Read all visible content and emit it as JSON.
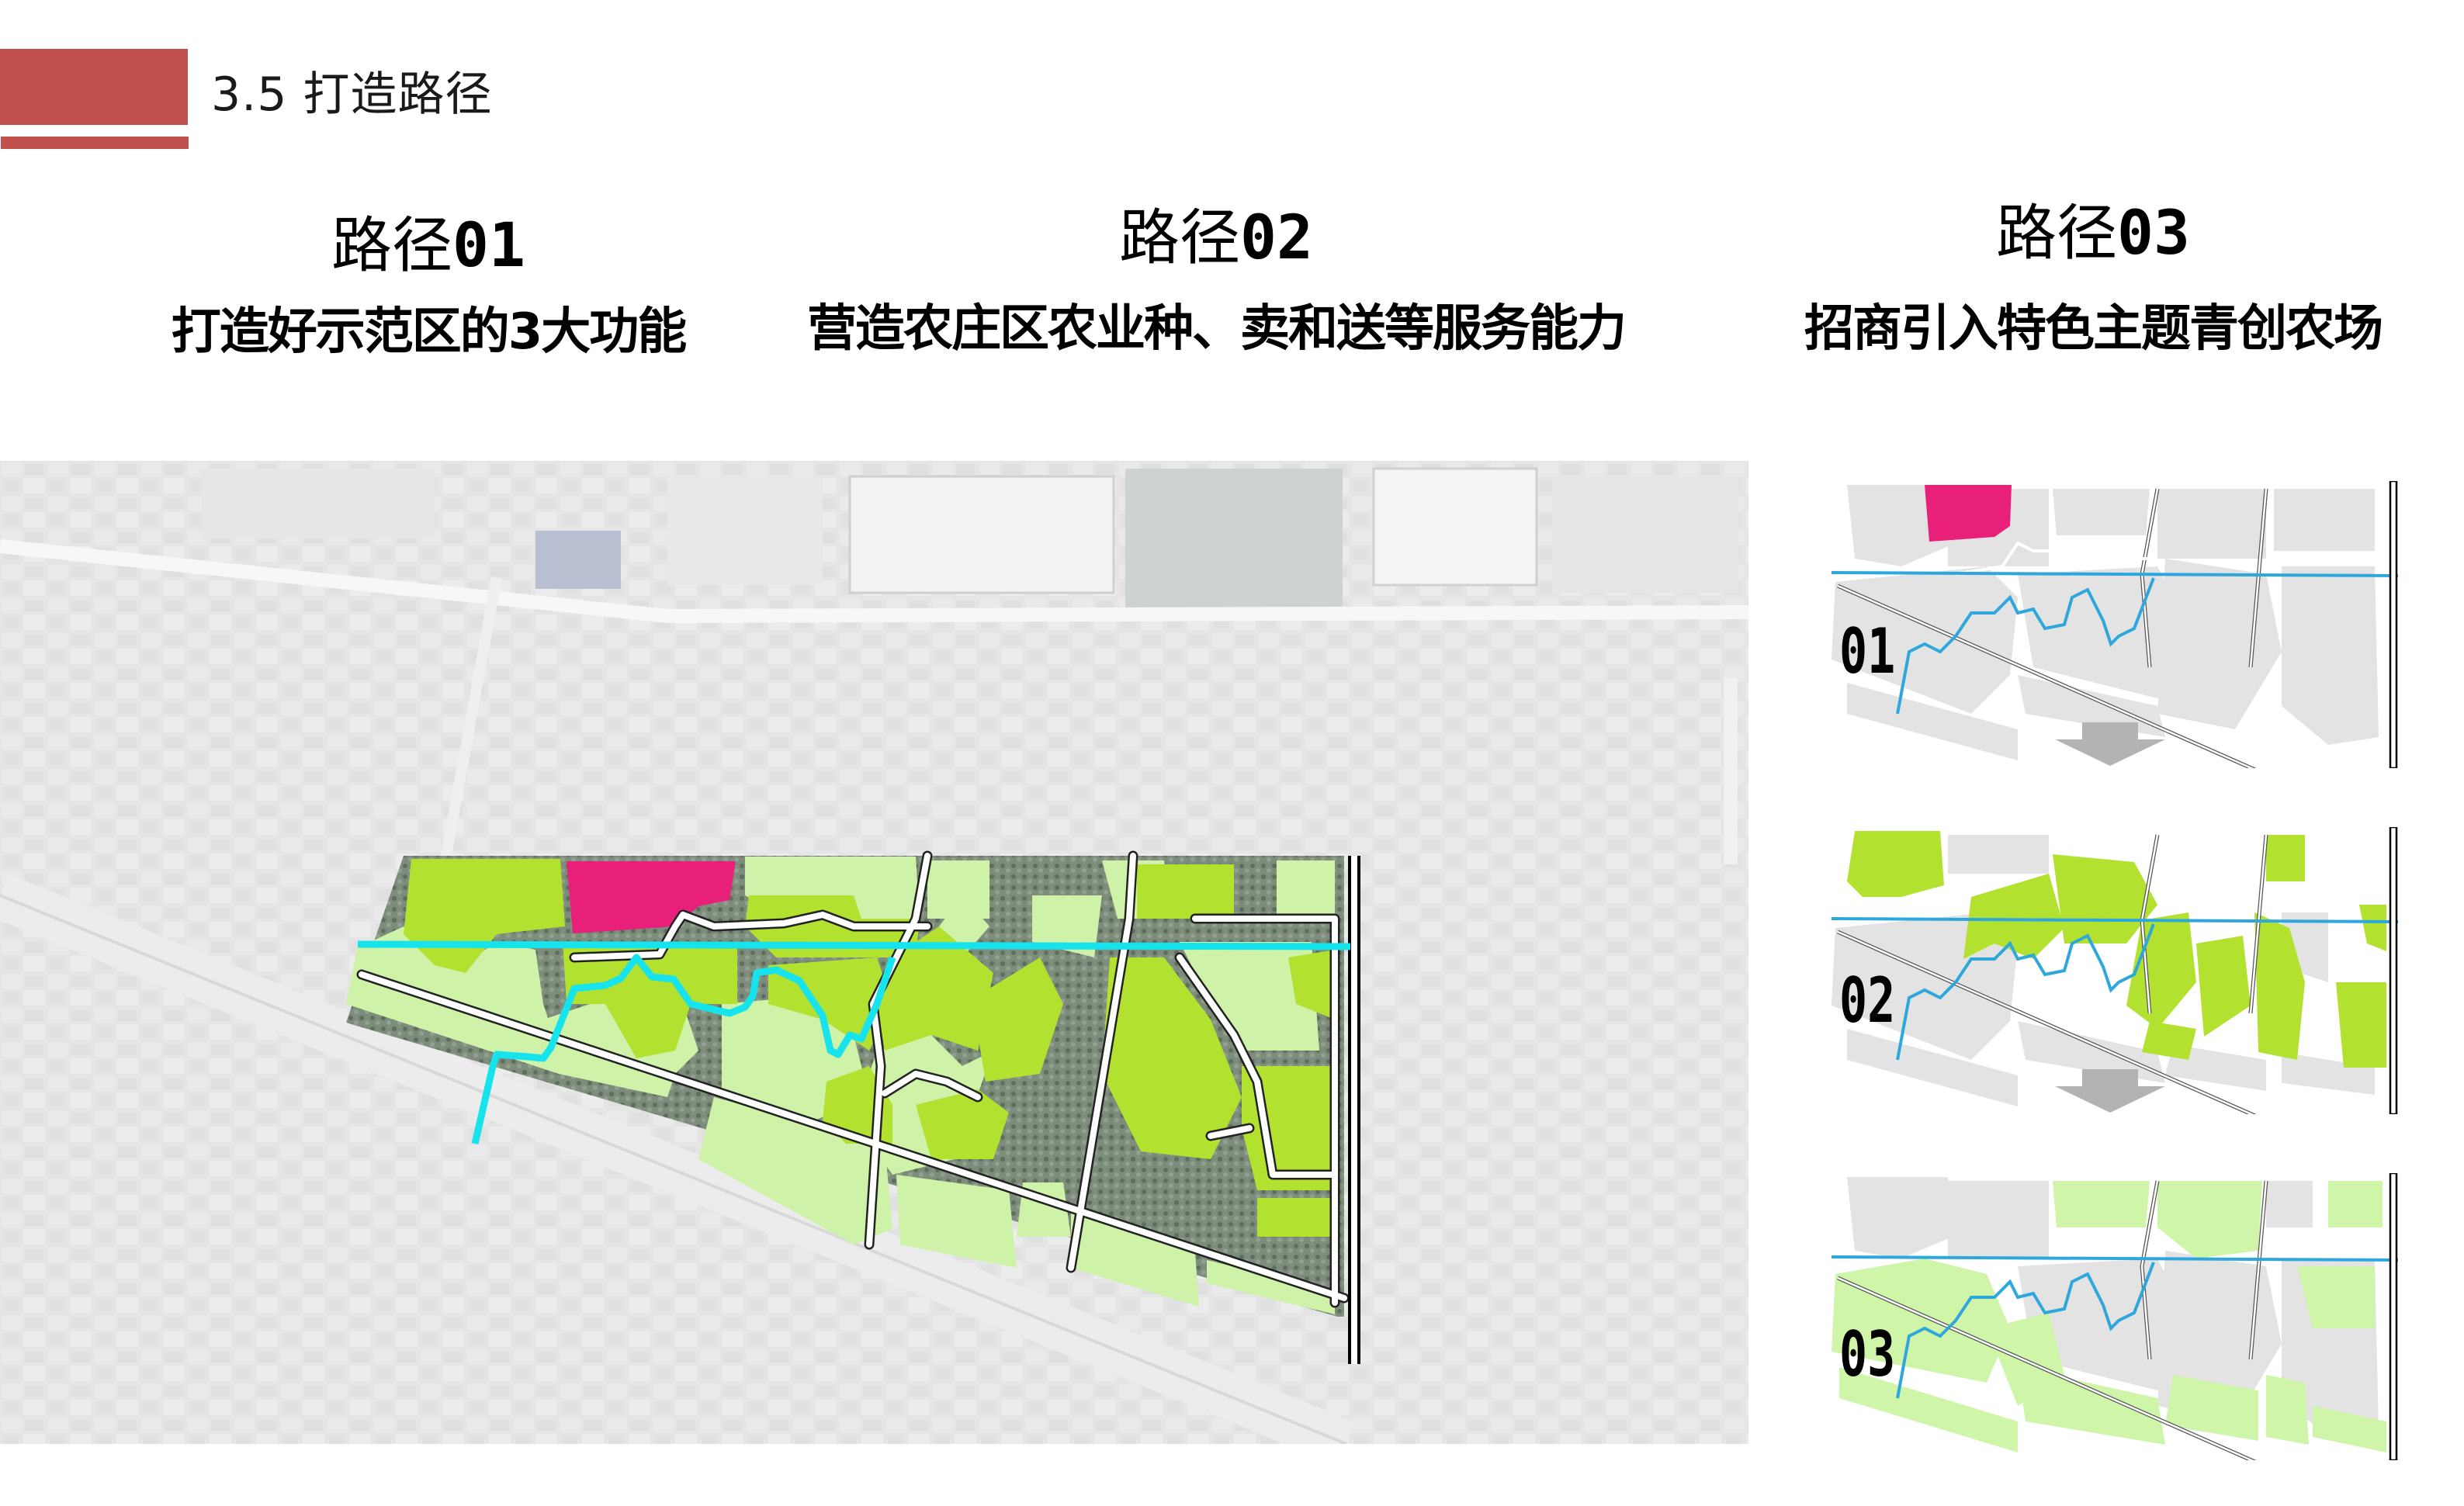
{
  "header": {
    "section_title": "3.5 打造路径",
    "accent_color": "#c0504d"
  },
  "paths": [
    {
      "id": "01",
      "title_prefix": "路径",
      "title_num": "01",
      "subtitle": "打造好示范区的3大功能"
    },
    {
      "id": "02",
      "title_prefix": "路径",
      "title_num": "02",
      "subtitle": "营造农庄区农业种、卖和送等服务能力"
    },
    {
      "id": "03",
      "title_prefix": "路径",
      "title_num": "03",
      "subtitle": "招商引入特色主题青创农场"
    }
  ],
  "main_map": {
    "description": "aerial site plan with zoning parcels, roads and river",
    "colors": {
      "parcel_bright_green": "#b2e22f",
      "parcel_light_green": "#cdf2a8",
      "parcel_highlight_pink": "#e8207a",
      "river_cyan": "#17e3ec",
      "road": "#ffffff",
      "aerial_bg": "#d9d9d9"
    }
  },
  "stage_maps": [
    {
      "label": "01",
      "highlight": "pink demonstration parcel"
    },
    {
      "label": "02",
      "highlight": "bright green farm parcels"
    },
    {
      "label": "03",
      "highlight": "light green themed farms"
    }
  ],
  "stage_colors": {
    "base_grey": "#e3e3e3",
    "river_blue": "#2ea7dc",
    "arrow_grey": "#b3b3b3",
    "pink": "#e8207a",
    "bright_green": "#b2e22f",
    "light_green": "#cff5a9"
  }
}
